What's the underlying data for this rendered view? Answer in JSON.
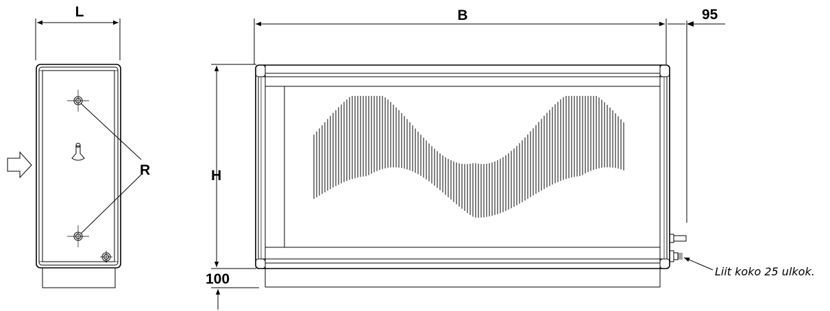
{
  "labels": {
    "side_width": "L",
    "front_width": "B",
    "front_height": "H",
    "connection_offset": "95",
    "bottom_offset": "100",
    "reference": "R"
  },
  "note": "Liit koko 25 ulkok.",
  "icons": {
    "airflow": "arrow-right-outline-icon",
    "mount": "crosshair-circle-icon",
    "keyhole": "keyhole-icon",
    "connector": "pipe-connector-icon"
  }
}
